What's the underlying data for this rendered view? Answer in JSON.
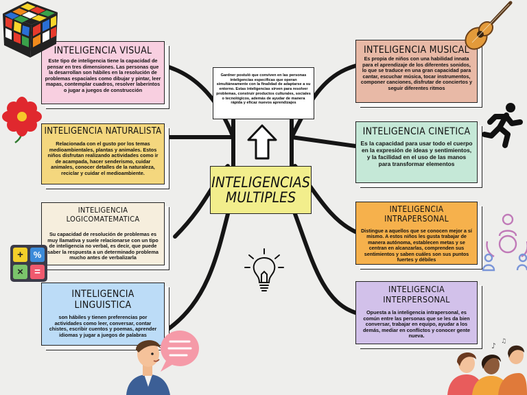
{
  "intro": "Gardner postuló que conviven en las personas inteligencias específicas que operan simultáneamente con la finalidad de adaptarse a su entorno. Estas inteligencias sirven para resolver problemas, construir productos culturales, sociales o tecnológicos, además de ayudar de manera rápida y eficaz nuevos aprendizajes",
  "center_title_line1": "INTELIGENCIAS",
  "center_title_line2": "MULTIPLES",
  "cards": {
    "visual": {
      "title": "INTELIGENCIA VISUAL",
      "text": "Este tipo de inteligencia tiene la capacidad de pensar en tres dimensiones. Las personas que la desarrollan son hábiles en la resolución de problemas espaciales como dibujar y pintar, leer mapas, contemplar cuadros, resolver laberintos o jugar a juegos de construcción",
      "color": "#f8cfe0"
    },
    "naturalista": {
      "title": "INTELIGENCIA NATURALISTA",
      "text": "Relacionada con el gusto por los temas medioambientales, plantas y animales. Estos niños disfrutan realizando actividades como ir de acampada, hacer senderismo, cuidar animales, conocer detalles de la naturaleza, reciclar y cuidar el medioambiente.",
      "color": "#f4d77e"
    },
    "logico": {
      "title": "INTELIGENCIA LOGICOMATEMATICA",
      "text": "Su capacidad de resolución de problemas es muy llamativa y suele relacionarse con un tipo de inteligencia no verbal, es decir, que puede saber la respuesta a un determinado problema mucho antes de verbalizarla",
      "color": "#f6eedd"
    },
    "linguistica": {
      "title": "INTELIGENCIA LINGUISTICA",
      "text": "son hábiles y tienen preferencias por actividades como leer, conversar, contar chistes, escribir cuentos y poemas, aprender idiomas y jugar a juegos de palabras",
      "color": "#bcdcf7"
    },
    "musical": {
      "title": "INTELIGENCIA MUSICAL",
      "text": "Es propia de niños con una habilidad innata para el aprendizaje de los diferentes sonidos, lo que se traduce en una gran capacidad para cantar, escuchar música, tocar instrumentos, componer canciones, disfrutar de conciertos y seguir diferentes ritmos",
      "color": "#e8b9a6"
    },
    "cinetica": {
      "title": "INTELIGENCIA CINETICA",
      "text": "Es la capacidad para usar todo el cuerpo en la expresión de ideas y sentimientos, y la facilidad en el uso de las manos para transformar elementos",
      "color": "#c5e8d7"
    },
    "intrapersonal": {
      "title": "INTELIGENCIA INTRAPERSONAL",
      "text": "Distingue a aquellos que se conocen mejor a sí mismo. A estos niños les gusta trabajar de manera autónoma, establecen metas y se centran en alcanzarlas, comprenden sus sentimientos y saben cuáles son sus puntos fuertes y débiles",
      "color": "#f6b14c"
    },
    "interpersonal": {
      "title": "INTELIGENCIA INTERPERSONAL",
      "text": "Opuesta a la inteligencia intrapersonal, es común entre las personas que se les da bien conversar, trabajar en equipo, ayudar a los demás, mediar en conflictos y conocer gente nueva.",
      "color": "#d2c1ea"
    }
  },
  "calculator_keys": [
    "+",
    "%",
    "×",
    "="
  ]
}
